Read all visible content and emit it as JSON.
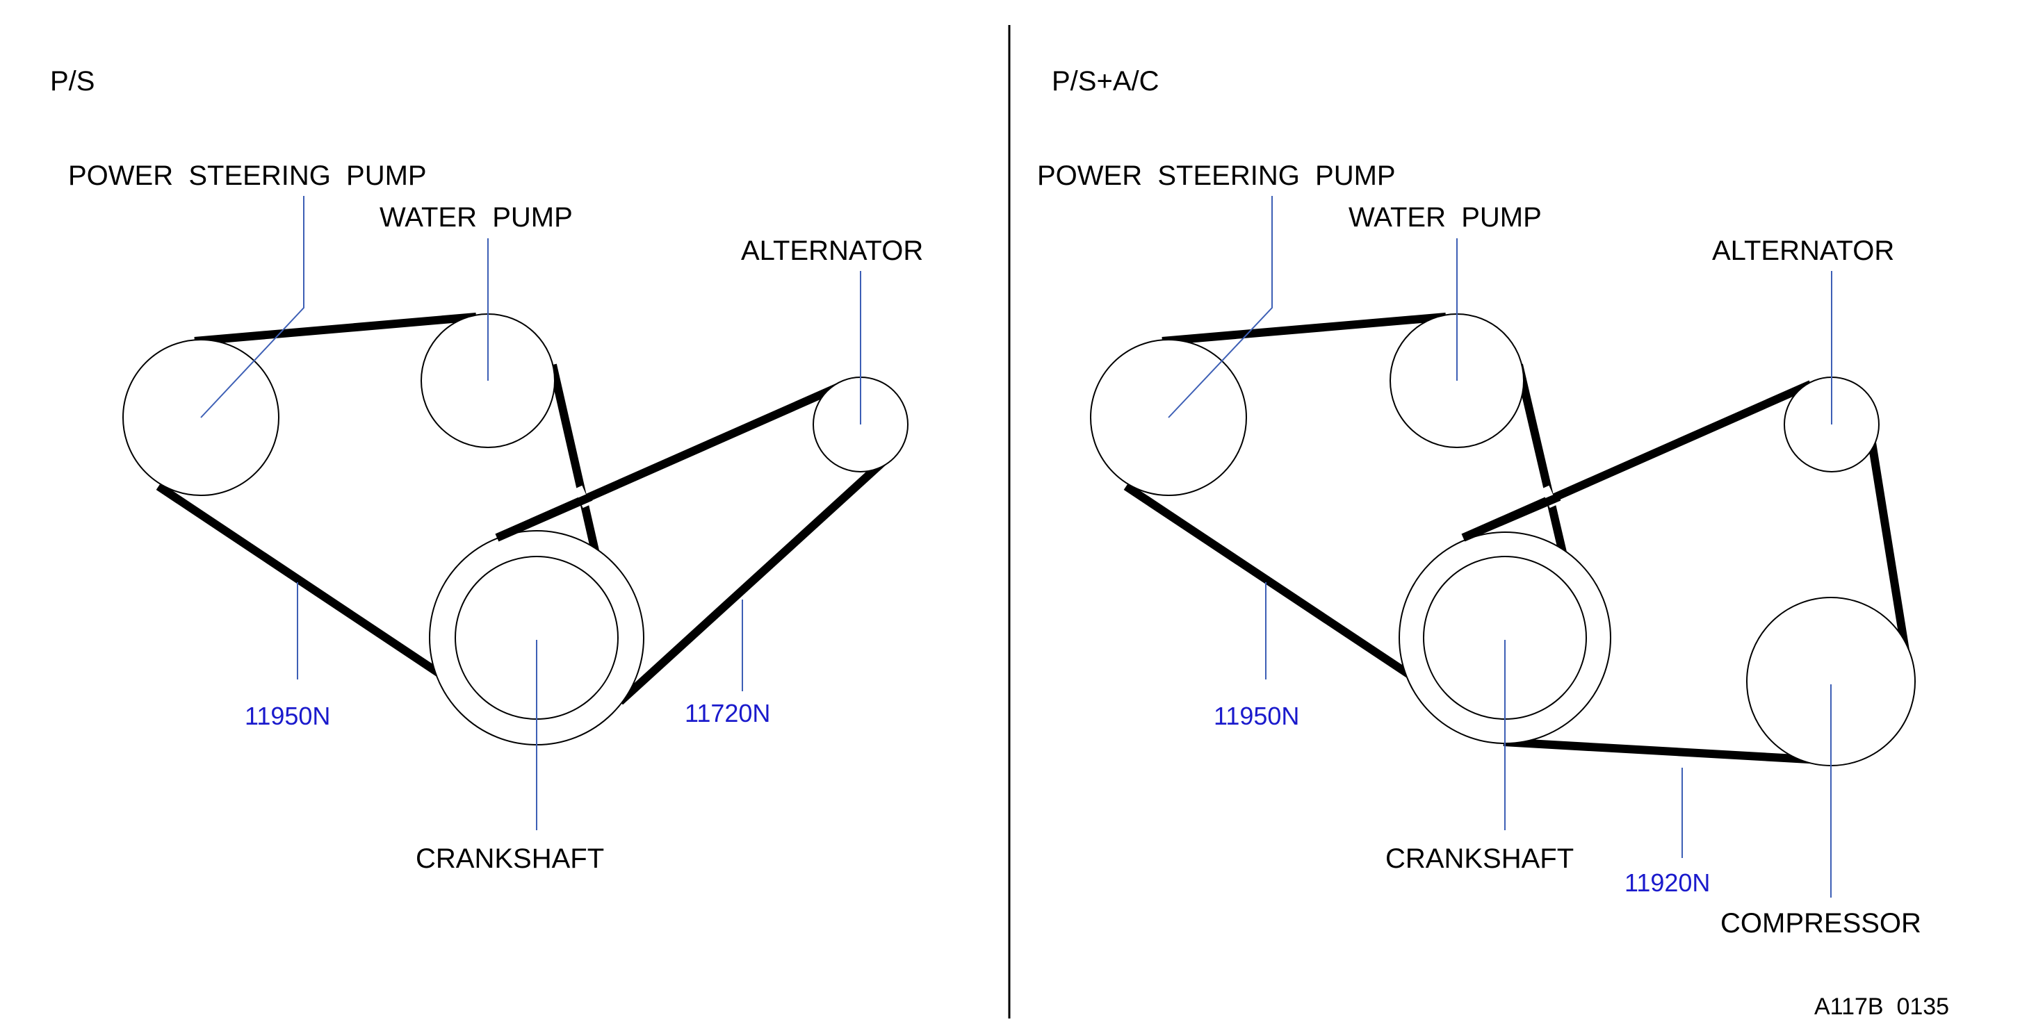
{
  "colors": {
    "leader": "#3d5fb5",
    "tension": "#1a1acc",
    "belt": "#000000"
  },
  "ps": {
    "title": "P/S",
    "power_steering_pump": "POWER  STEERING  PUMP",
    "water_pump": "WATER  PUMP",
    "alternator": "ALTERNATOR",
    "crankshaft": "CRANKSHAFT",
    "tension_left": "11950N",
    "tension_right": "11720N"
  },
  "psac": {
    "title": "P/S+A/C",
    "power_steering_pump": "POWER  STEERING  PUMP",
    "water_pump": "WATER  PUMP",
    "alternator": "ALTERNATOR",
    "crankshaft": "CRANKSHAFT",
    "compressor": "COMPRESSOR",
    "tension_left": "11950N",
    "tension_bottom": "11920N"
  },
  "figure_code": "A117B  0135"
}
